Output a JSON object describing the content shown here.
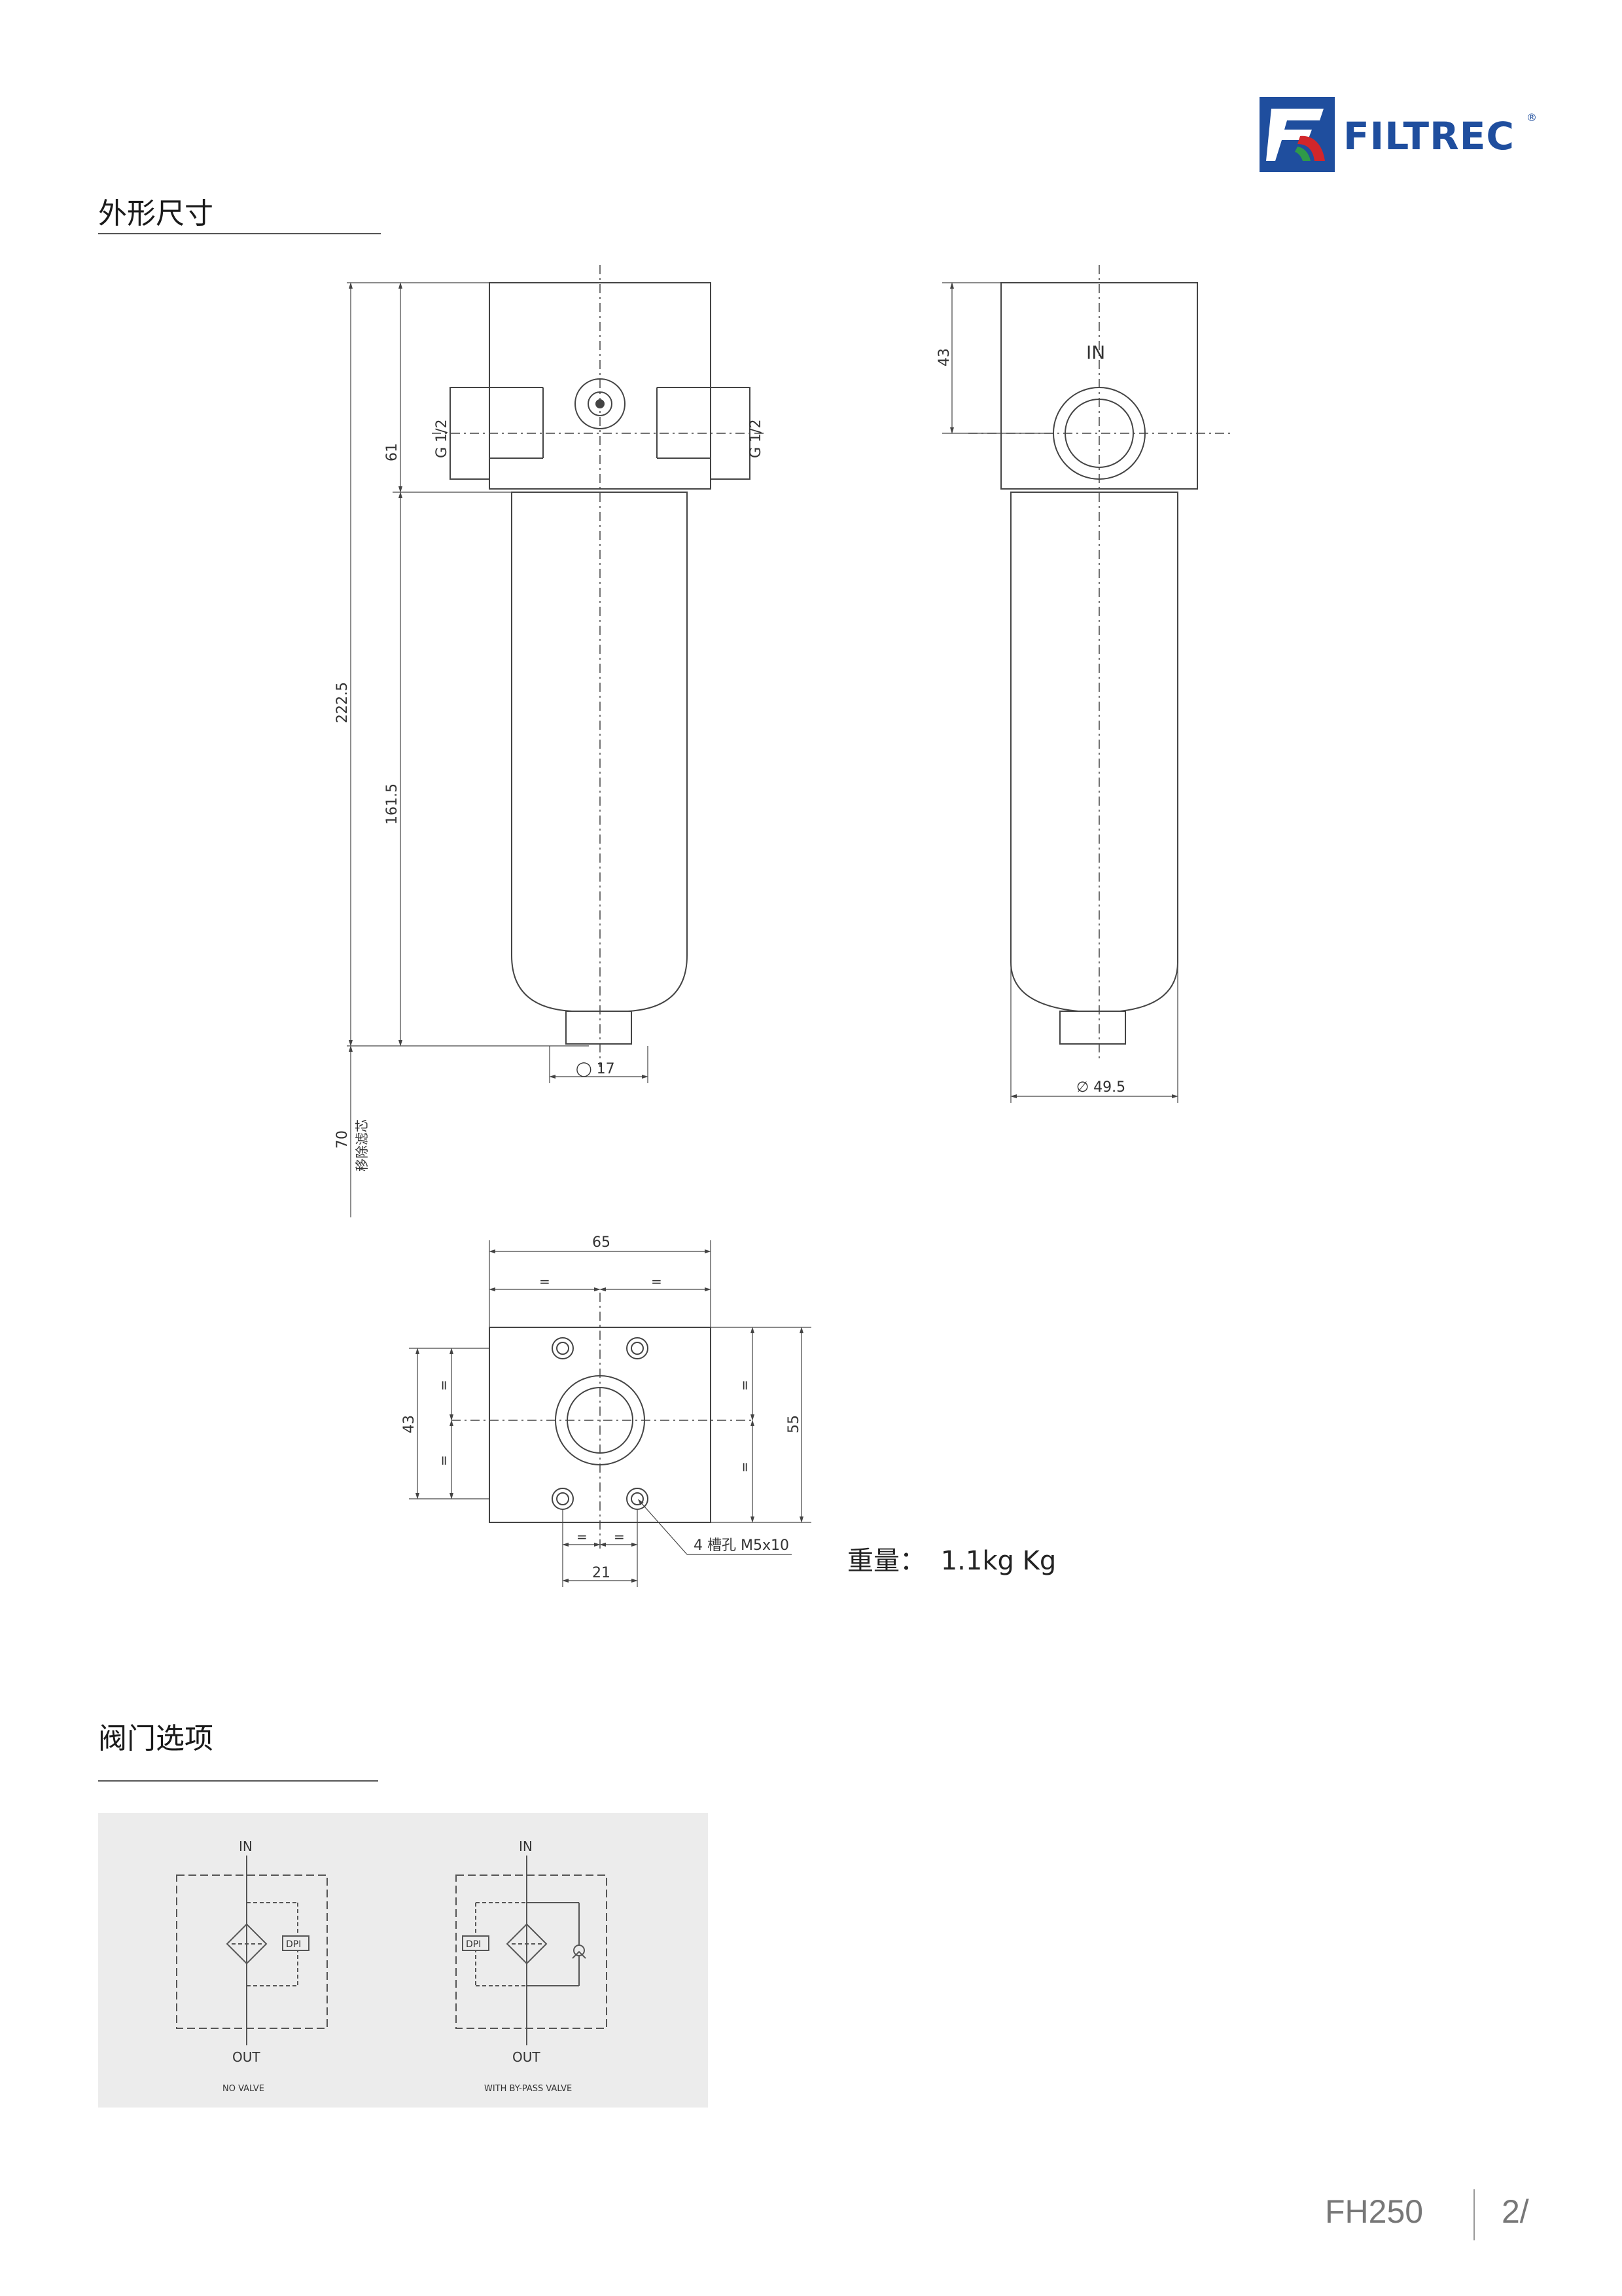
{
  "brand": {
    "name": "FILTREC",
    "registered": "®"
  },
  "sections": {
    "dimensions_title": "外形尺寸",
    "valve_title": "阀门选项"
  },
  "front_view": {
    "port_left": "G 1/2",
    "port_right": "G 1/2",
    "dim_head": "61",
    "dim_total": "222.5",
    "dim_bowl": "161.5",
    "dim_removal": "70",
    "removal_note": "移除滤芯",
    "dim_hex": "◯ 17"
  },
  "side_view": {
    "inlet_label": "IN",
    "dim_inlet_height": "43",
    "dim_diameter": "∅ 49.5"
  },
  "top_view": {
    "dim_width": "65",
    "dim_eq": "=",
    "dim_height_holes": "43",
    "dim_height": "55",
    "dim_holes_spacing": "21",
    "holes_note": "4 槽孔 M5x10"
  },
  "weight": {
    "label": "重量：",
    "value": "1.1kg Kg"
  },
  "valve_options": {
    "no_valve": {
      "in": "IN",
      "out": "OUT",
      "dpi": "DPI",
      "caption": "NO VALVE"
    },
    "bypass": {
      "in": "IN",
      "out": "OUT",
      "dpi": "DPI",
      "caption": "WITH BY-PASS VALVE"
    }
  },
  "footer": {
    "model": "FH250",
    "page": "2/"
  },
  "colors": {
    "brand_blue": "#1f4e9e",
    "brand_red": "#d1262b",
    "brand_green": "#2f9a48"
  }
}
